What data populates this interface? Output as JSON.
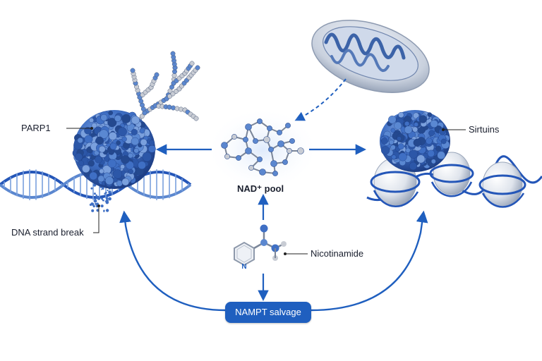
{
  "labels": {
    "parp1": "PARP1",
    "sirtuins": "Sirtuins",
    "nad_pool": "NAD⁺ pool",
    "nicotinamide": "Nicotinamide",
    "dna_break": "DNA strand break",
    "nampt": "NAMPT salvage",
    "ring_atom": "N"
  },
  "colors": {
    "arrow": "#1f5fbf",
    "protein": "#3f6fc4",
    "protein_light": "#7aa0dd",
    "dna": "#2456b8",
    "nucleosome": "#dfe4ec",
    "pill": "#1f5fbf",
    "atom": "#5b87cf",
    "atom_grey": "#c8ccd4"
  },
  "icons": [
    "mitochondrion-icon",
    "parp1-protein-icon",
    "sirtuin-protein-icon",
    "dna-helix-icon",
    "chromatin-icon",
    "nad-molecule-icon",
    "nicotinamide-molecule-icon"
  ]
}
